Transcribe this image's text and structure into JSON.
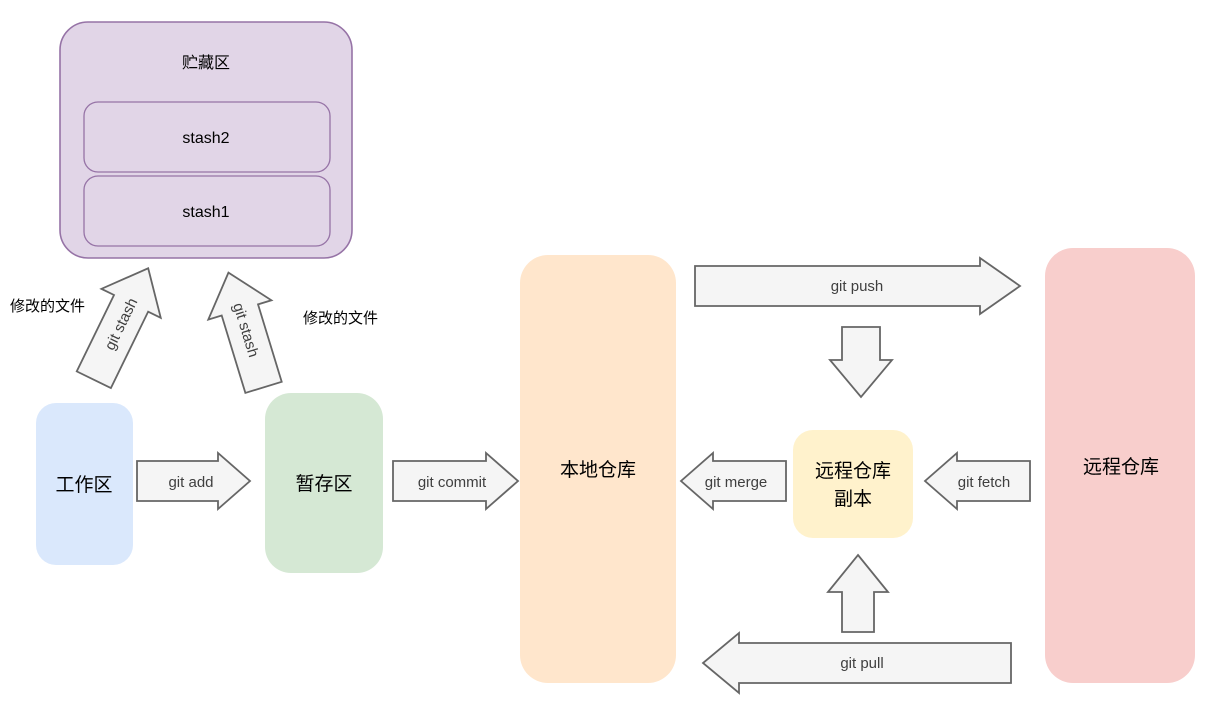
{
  "diagram": {
    "type": "git-workflow-flowchart",
    "background_color": "#ffffff"
  },
  "nodes": {
    "stash_area": {
      "label": "贮藏区",
      "fill": "#e1d5e7",
      "stroke": "#9673a6",
      "items": [
        {
          "label": "stash2"
        },
        {
          "label": "stash1"
        }
      ]
    },
    "workspace": {
      "label": "工作区",
      "fill": "#dae8fc"
    },
    "staging": {
      "label": "暂存区",
      "fill": "#d5e8d4"
    },
    "local_repo": {
      "label": "本地仓库",
      "fill": "#ffe6cc"
    },
    "remote_copy": {
      "label": "远程仓库副本",
      "label_line1": "远程仓库",
      "label_line2": "副本",
      "fill": "#fff2cc"
    },
    "remote_repo": {
      "label": "远程仓库",
      "fill": "#f8cecc"
    }
  },
  "arrows": {
    "fill": "#f5f5f5",
    "stroke": "#666666",
    "git_add": {
      "label": "git add",
      "from": "workspace",
      "to": "staging"
    },
    "git_commit": {
      "label": "git commit",
      "from": "staging",
      "to": "local_repo"
    },
    "git_push": {
      "label": "git push",
      "from": "local_repo",
      "to": "remote_repo"
    },
    "git_merge": {
      "label": "git merge",
      "from": "remote_copy",
      "to": "local_repo"
    },
    "git_fetch": {
      "label": "git fetch",
      "from": "remote_repo",
      "to": "remote_copy"
    },
    "git_pull": {
      "label": "git pull",
      "from": "remote_repo",
      "to": "local_repo"
    },
    "git_stash_left": {
      "label": "git stash",
      "from": "workspace",
      "to": "stash_area"
    },
    "git_stash_right": {
      "label": "git stash",
      "from": "staging",
      "to": "stash_area"
    },
    "push_to_copy": {
      "label": "",
      "from": "git_push",
      "to": "remote_copy"
    },
    "pull_from_copy": {
      "label": "",
      "from": "git_pull",
      "to": "remote_copy"
    }
  },
  "annotations": {
    "modified_files_left": "修改的文件",
    "modified_files_right": "修改的文件"
  }
}
